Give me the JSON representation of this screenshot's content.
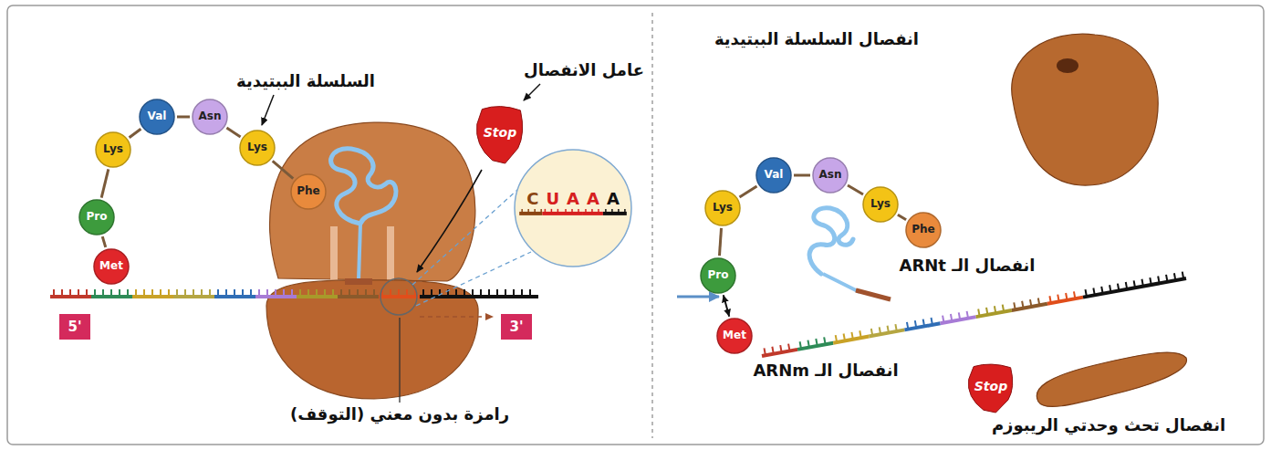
{
  "diagram": {
    "nodes": [
      {
        "text": [
          "Met"
        ]
      },
      {
        "text": [
          "Pro"
        ]
      },
      {
        "text": [
          "Lys"
        ]
      },
      {
        "text": [
          "Val"
        ]
      },
      {
        "text": [
          "Asn"
        ]
      },
      {
        "text": [
          "Lys"
        ]
      },
      {
        "text": [
          "Phe"
        ]
      },
      {
        "text": [
          "Stop"
        ]
      },
      {
        "text": [
          "C",
          "U",
          "A",
          "A",
          "A"
        ]
      },
      {
        "text": [
          "5'"
        ]
      },
      {
        "text": [
          "3'"
        ]
      },
      {
        "text": [
          "Met"
        ]
      },
      {
        "text": [
          "Pro"
        ]
      },
      {
        "text": [
          "Lys"
        ]
      },
      {
        "text": [
          "Val"
        ]
      },
      {
        "text": [
          "Asn"
        ]
      },
      {
        "text": [
          "Lys"
        ]
      },
      {
        "text": [
          "Phe"
        ]
      },
      {
        "text": [
          "Stop"
        ]
      }
    ],
    "edges": [
      {
        "from": 0,
        "to": 1,
        "arrow": "none"
      },
      {
        "from": 1,
        "to": 2,
        "arrow": "none"
      },
      {
        "from": 2,
        "to": 3,
        "arrow": "none"
      },
      {
        "from": 3,
        "to": 4,
        "arrow": "none"
      },
      {
        "from": 4,
        "to": 5,
        "arrow": "none"
      },
      {
        "from": 5,
        "to": 6,
        "arrow": "none"
      },
      {
        "from": 11,
        "to": 12,
        "arrow": "both"
      },
      {
        "from": 12,
        "to": 13,
        "arrow": "none"
      },
      {
        "from": 13,
        "to": 14,
        "arrow": "none"
      },
      {
        "from": 14,
        "to": 15,
        "arrow": "none"
      },
      {
        "from": 15,
        "to": 16,
        "arrow": "none"
      },
      {
        "from": 16,
        "to": 17,
        "arrow": "none"
      }
    ],
    "labels": [
      "السلسلة الببتيدية",
      "عامل الانفصال",
      "رامزة بدون معني (التوقف)",
      "انفصال السلسلة الببتيدية",
      "انفصال الـ ARNt",
      "انفصال الـ ARNm",
      "انفصال تحث وحدتي الريبوزم"
    ]
  }
}
